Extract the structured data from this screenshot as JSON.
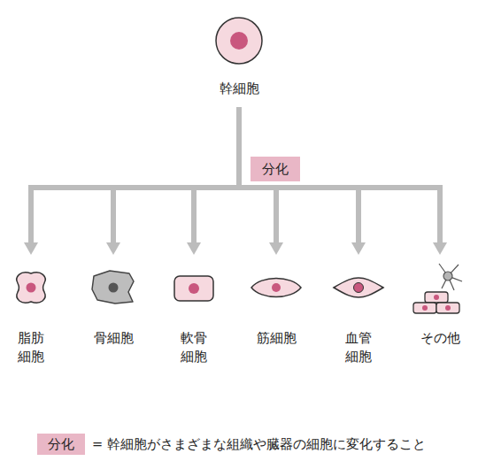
{
  "diagram": {
    "nodes": [
      {
        "text": [
          "幹細胞"
        ]
      },
      {
        "text": [
          "脂肪 細胞"
        ]
      },
      {
        "text": [
          "骨細胞"
        ]
      },
      {
        "text": [
          "軟骨 細胞"
        ]
      },
      {
        "text": [
          "筋細胞"
        ]
      },
      {
        "text": [
          "血管 細胞"
        ]
      },
      {
        "text": [
          "その他"
        ]
      }
    ],
    "edges": [
      {
        "from": 0,
        "to": 1,
        "arrow": "to"
      },
      {
        "from": 0,
        "to": 2,
        "arrow": "to"
      },
      {
        "from": 0,
        "to": 3,
        "arrow": "to"
      },
      {
        "from": 0,
        "to": 4,
        "arrow": "to"
      },
      {
        "from": 0,
        "to": 5,
        "arrow": "to"
      },
      {
        "from": 0,
        "to": 6,
        "arrow": "to"
      }
    ],
    "labels": [
      "分化",
      "分化"
    ],
    "legend": [
      {
        "text": "= 幹細胞がさまざまな組織や臓器の細胞に変化すること",
        "color": "#e9b7c6"
      }
    ]
  }
}
